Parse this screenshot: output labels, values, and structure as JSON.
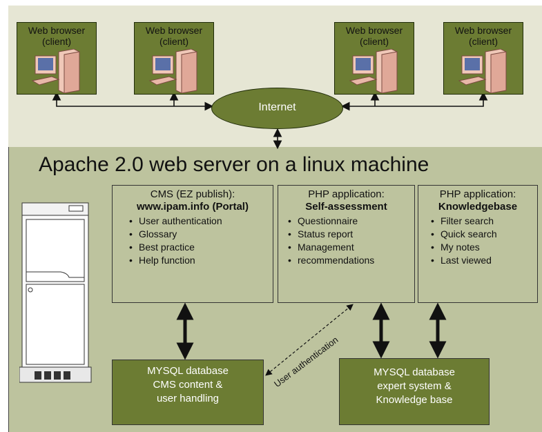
{
  "clients": [
    {
      "label": "Web browser",
      "sub": "(client)"
    },
    {
      "label": "Web browser",
      "sub": "(client)"
    },
    {
      "label": "Web browser",
      "sub": "(client)"
    },
    {
      "label": "Web browser",
      "sub": "(client)"
    }
  ],
  "internet": "Internet",
  "server_title": "Apache 2.0 web server on a linux machine",
  "apps": [
    {
      "head": "CMS (EZ publish):",
      "name": "www.ipam.info (Portal)",
      "items": [
        "User authentication",
        "Glossary",
        "Best practice",
        "Help function"
      ]
    },
    {
      "head": "PHP application:",
      "name": "Self-assessment",
      "items": [
        "Questionnaire",
        "Status report",
        "Management",
        "recommendations"
      ]
    },
    {
      "head": "PHP application:",
      "name": "Knowledgebase",
      "items": [
        "Filter search",
        "Quick search",
        "My notes",
        "Last viewed"
      ]
    }
  ],
  "databases": [
    {
      "lines": [
        "MYSQL database",
        "CMS content &",
        "user handling"
      ]
    },
    {
      "lines": [
        "MYSQL database",
        "expert system &",
        "Knowledge base"
      ]
    }
  ],
  "user_auth_label": "User authentication",
  "colors": {
    "top_band": "#e6e6d4",
    "server_band": "#bdc39e",
    "dark_green": "#6c7c33"
  }
}
